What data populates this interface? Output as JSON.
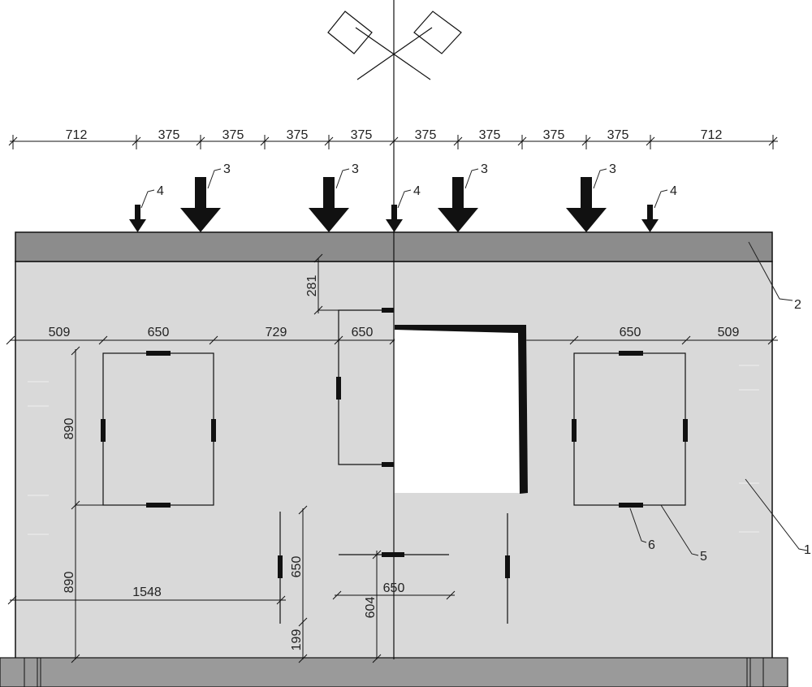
{
  "top_dimensions": [
    "712",
    "375",
    "375",
    "375",
    "375",
    "375",
    "375",
    "375",
    "375",
    "712"
  ],
  "opening_row_dimensions": {
    "left_edge": "509",
    "left_opening_width": "650",
    "middle_gap": "729",
    "center_opening_width": "650",
    "right_opening_width": "650",
    "right_edge": "509"
  },
  "vertical_dimensions": {
    "top_to_opening": "281",
    "opening_height_upper": "890",
    "lower_height": "890",
    "mark_height": "650",
    "base_offset": "199",
    "center_bottom": "604"
  },
  "horizontal_dimensions": {
    "left_to_mark": "1548",
    "center_mark_width": "650"
  },
  "callouts": {
    "panel": "1",
    "top_beam": "2",
    "large_load": "3",
    "small_load": "4",
    "opening_frame": "5",
    "fixing_mark": "6"
  },
  "colors": {
    "panel": "#d9d9d9",
    "beam": "#8c8c8c",
    "base": "#9a9a9a",
    "ink": "#111111"
  }
}
